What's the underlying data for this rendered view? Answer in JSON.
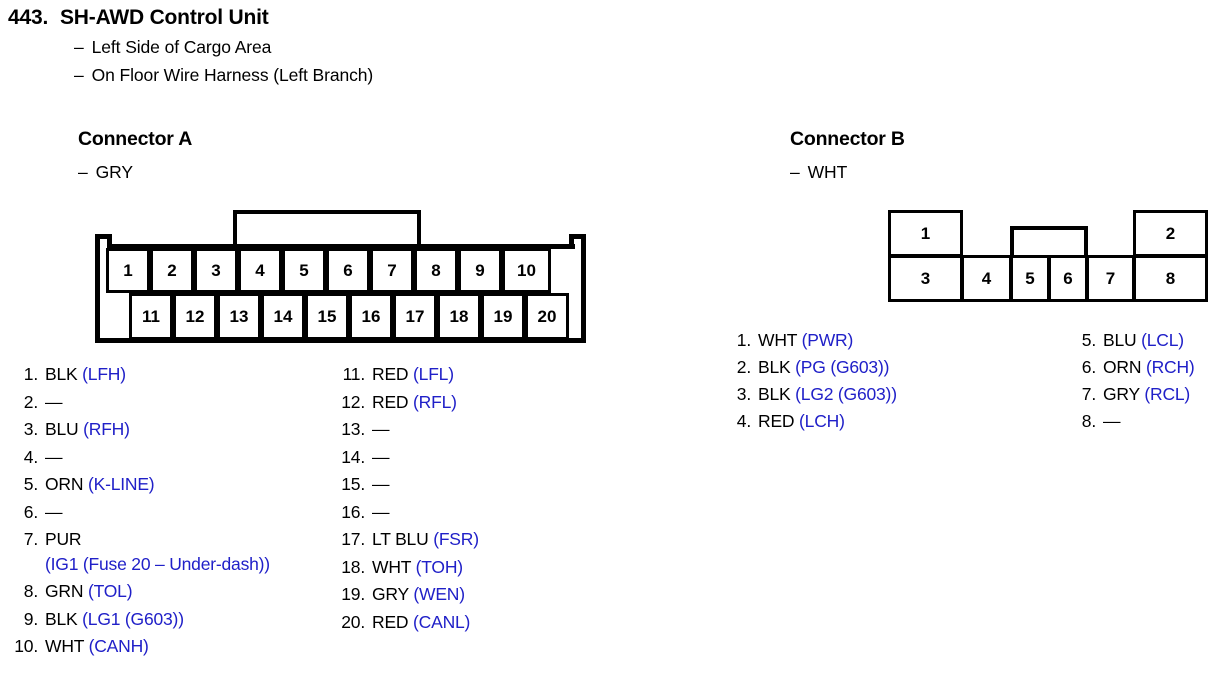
{
  "header": {
    "entry_number": "443.",
    "title": "SH-AWD Control Unit",
    "locations": [
      {
        "dash": "–",
        "text": "Left Side of Cargo Area"
      },
      {
        "dash": "–",
        "text": "On Floor Wire Harness (Left Branch)"
      }
    ]
  },
  "colors": {
    "signal_blue": "#2020c8",
    "text_black": "#000000",
    "background": "#ffffff"
  },
  "connector_a": {
    "heading": "Connector A",
    "dash": "–",
    "housing_color": "GRY",
    "diagram": {
      "top_row_pins": [
        "1",
        "2",
        "3",
        "4",
        "5",
        "6",
        "7",
        "8",
        "9",
        "10"
      ],
      "bottom_row_pins": [
        "11",
        "12",
        "13",
        "14",
        "15",
        "16",
        "17",
        "18",
        "19",
        "20"
      ],
      "latch_tab": "center-top-latch"
    },
    "pins_left": [
      {
        "index": "1.",
        "color": "BLK",
        "signal": "(LFH)"
      },
      {
        "index": "2.",
        "color": "—",
        "signal": ""
      },
      {
        "index": "3.",
        "color": "BLU",
        "signal": "(RFH)"
      },
      {
        "index": "4.",
        "color": "—",
        "signal": ""
      },
      {
        "index": "5.",
        "color": "ORN",
        "signal": "(K-LINE)"
      },
      {
        "index": "6.",
        "color": "—",
        "signal": ""
      },
      {
        "index": "7.",
        "color": "PUR",
        "signal": "",
        "continuation": "(IG1 (Fuse 20 – Under-dash))"
      },
      {
        "index": "8.",
        "color": "GRN",
        "signal": "(TOL)"
      },
      {
        "index": "9.",
        "color": "BLK",
        "signal": "(LG1 (G603))"
      },
      {
        "index": "10.",
        "color": "WHT",
        "signal": "(CANH)"
      }
    ],
    "pins_right": [
      {
        "index": "11.",
        "color": "RED",
        "signal": "(LFL)"
      },
      {
        "index": "12.",
        "color": "RED",
        "signal": "(RFL)"
      },
      {
        "index": "13.",
        "color": "—",
        "signal": ""
      },
      {
        "index": "14.",
        "color": "—",
        "signal": ""
      },
      {
        "index": "15.",
        "color": "—",
        "signal": ""
      },
      {
        "index": "16.",
        "color": "—",
        "signal": ""
      },
      {
        "index": "17.",
        "color": "LT BLU",
        "signal": "(FSR)"
      },
      {
        "index": "18.",
        "color": "WHT",
        "signal": "(TOH)"
      },
      {
        "index": "19.",
        "color": "GRY",
        "signal": "(WEN)"
      },
      {
        "index": "20.",
        "color": "RED",
        "signal": "(CANL)"
      }
    ]
  },
  "connector_b": {
    "heading": "Connector B",
    "dash": "–",
    "housing_color": "WHT",
    "diagram": {
      "top_row_pins": [
        "1",
        "2"
      ],
      "bottom_row_pins": [
        "3",
        "4",
        "5",
        "6",
        "7",
        "8"
      ],
      "latch_tab": "center-top-latch"
    },
    "pins_left": [
      {
        "index": "1.",
        "color": "WHT",
        "signal": "(PWR)"
      },
      {
        "index": "2.",
        "color": "BLK",
        "signal": "(PG (G603))"
      },
      {
        "index": "3.",
        "color": "BLK",
        "signal": "(LG2 (G603))"
      },
      {
        "index": "4.",
        "color": "RED",
        "signal": "(LCH)"
      }
    ],
    "pins_right": [
      {
        "index": "5.",
        "color": "BLU",
        "signal": "(LCL)"
      },
      {
        "index": "6.",
        "color": "ORN",
        "signal": "(RCH)"
      },
      {
        "index": "7.",
        "color": "GRY",
        "signal": "(RCL)"
      },
      {
        "index": "8.",
        "color": "—",
        "signal": ""
      }
    ]
  }
}
